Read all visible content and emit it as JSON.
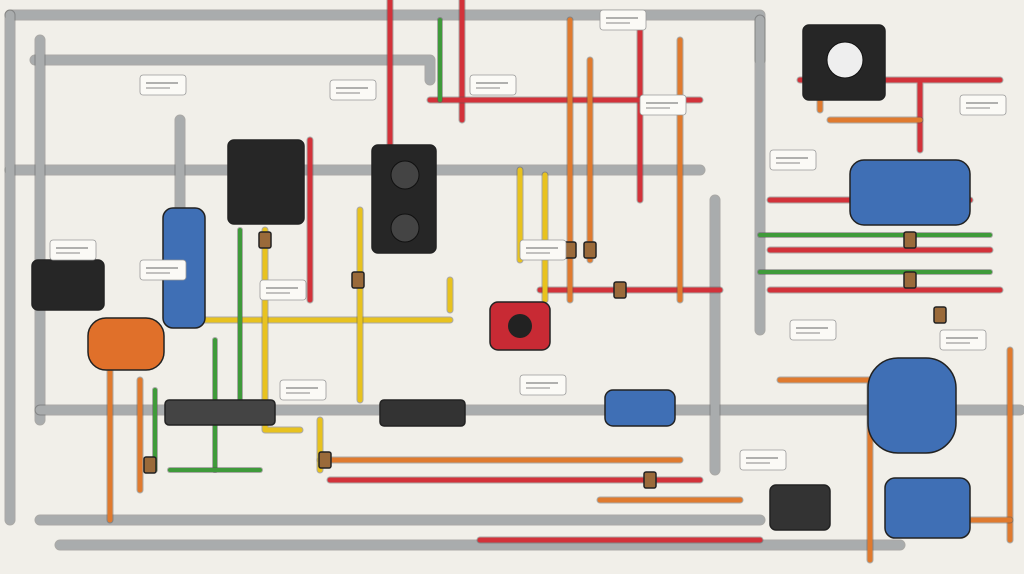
{
  "colors": {
    "background": "#f1efe9",
    "pipe_gray": "#a9acad",
    "pipe_red": "#d3323a",
    "pipe_orange": "#e07a2e",
    "pipe_yellow": "#e8c21f",
    "pipe_green": "#3f9a3a",
    "pump_blue": "#3f6fb5",
    "controller_black": "#262626",
    "motor_orange": "#e0702a",
    "valve_brass": "#9a6a3a"
  },
  "components": {
    "controllers": 4,
    "blue_pumps": 5,
    "orange_motor": 1,
    "red_pump": 1
  }
}
